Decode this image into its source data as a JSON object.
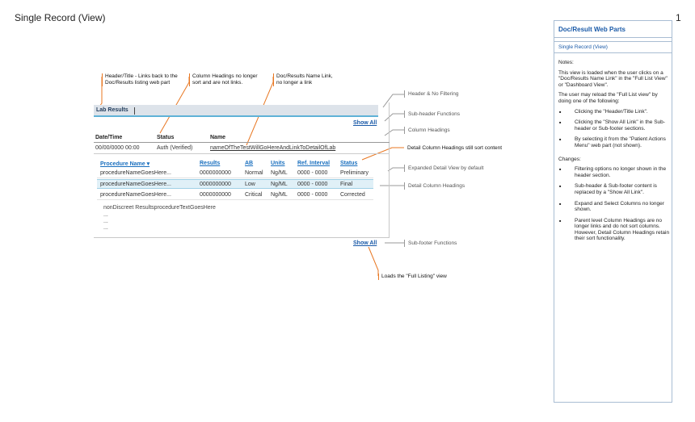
{
  "page": {
    "title": "Single Record (View)",
    "number": "1"
  },
  "callouts": {
    "header_title": "Header/Title - Links back to the Doc/Results listing web part",
    "column_headings": "Column Headings no longer sort and are not links.",
    "name_link": "Doc/Results Name Link, no longer a link",
    "detail_sort": "Detail Column Headings still sort content",
    "loads_full": "Loads the \"Full Listing\" view"
  },
  "side_labels": {
    "header_no_filter": "Header & No Filtering",
    "subheader_functions": "Sub-header Functions",
    "column_headings": "Column Headings",
    "expanded_detail": "Expanded Detail View by default",
    "detail_column_headings": "Detail Column Headings",
    "subfooter_functions": "Sub-footer Functions"
  },
  "widget": {
    "title": "Lab Results",
    "show_all_top": "Show All",
    "show_all_bottom": "Show All",
    "columns": [
      "Date/Time",
      "Status",
      "Name"
    ],
    "record": {
      "datetime": "00/00/0000 00:00",
      "status": "Auth (Verified)",
      "name": "nameOfTheTestWillGoHereAndLinkToDetailOfLab"
    },
    "detail_columns": [
      "Procedure Name ▾",
      "Results",
      "AB",
      "Units",
      "Ref. Interval",
      "Status"
    ],
    "detail_rows": [
      [
        "procedureNameGoesHere...",
        "0000000000",
        "Normal",
        "Ng/ML",
        "0000 - 0000",
        "Preliminary"
      ],
      [
        "procedureNameGoesHere...",
        "0000000000",
        "Low",
        "Ng/ML",
        "0000 - 0000",
        "Final"
      ],
      [
        "procedureNameGoesHere...",
        "0000000000",
        "Critical",
        "Ng/ML",
        "0000 - 0000",
        "Corrected"
      ]
    ],
    "nondiscrete": [
      "nonDiscreet ResultsprocedureTextGoesHere",
      "...",
      "...",
      "..."
    ]
  },
  "panel": {
    "title": "Doc/Result Web Parts",
    "subtitle": "Single Record (View)",
    "notes_heading": "Notes:",
    "notes_p1": "This view is loaded when the user clicks on a \"Doc/Results Name Link\" in the \"Full List View\" or \"Dashboard View\".",
    "notes_p2": "The user may reload the \"Full List view\" by doing one of the following:",
    "notes_items": [
      "Clicking the \"Header/Title Link\".",
      "Clicking the \"Show All Link\" in the Sub-header or Sub-footer sections.",
      "By selecting it from the \"Patient Actions Menu\" web part (not shown)."
    ],
    "changes_heading": "Changes:",
    "changes_items": [
      "Filtering options no longer shown in the header section.",
      "Sub-header & Sub-footer content is replaced by a \"Show All Link\".",
      "Expand and Select Columns no longer shown.",
      "Parent level Column Headings are no longer links and do not sort columns. However, Detail Column Headings retain their sort functionality."
    ]
  },
  "colors": {
    "accent_orange": "#e87722",
    "link_blue": "#1a5aa8",
    "header_band": "#dde3ea",
    "rule_blue": "#5fb2d7"
  }
}
